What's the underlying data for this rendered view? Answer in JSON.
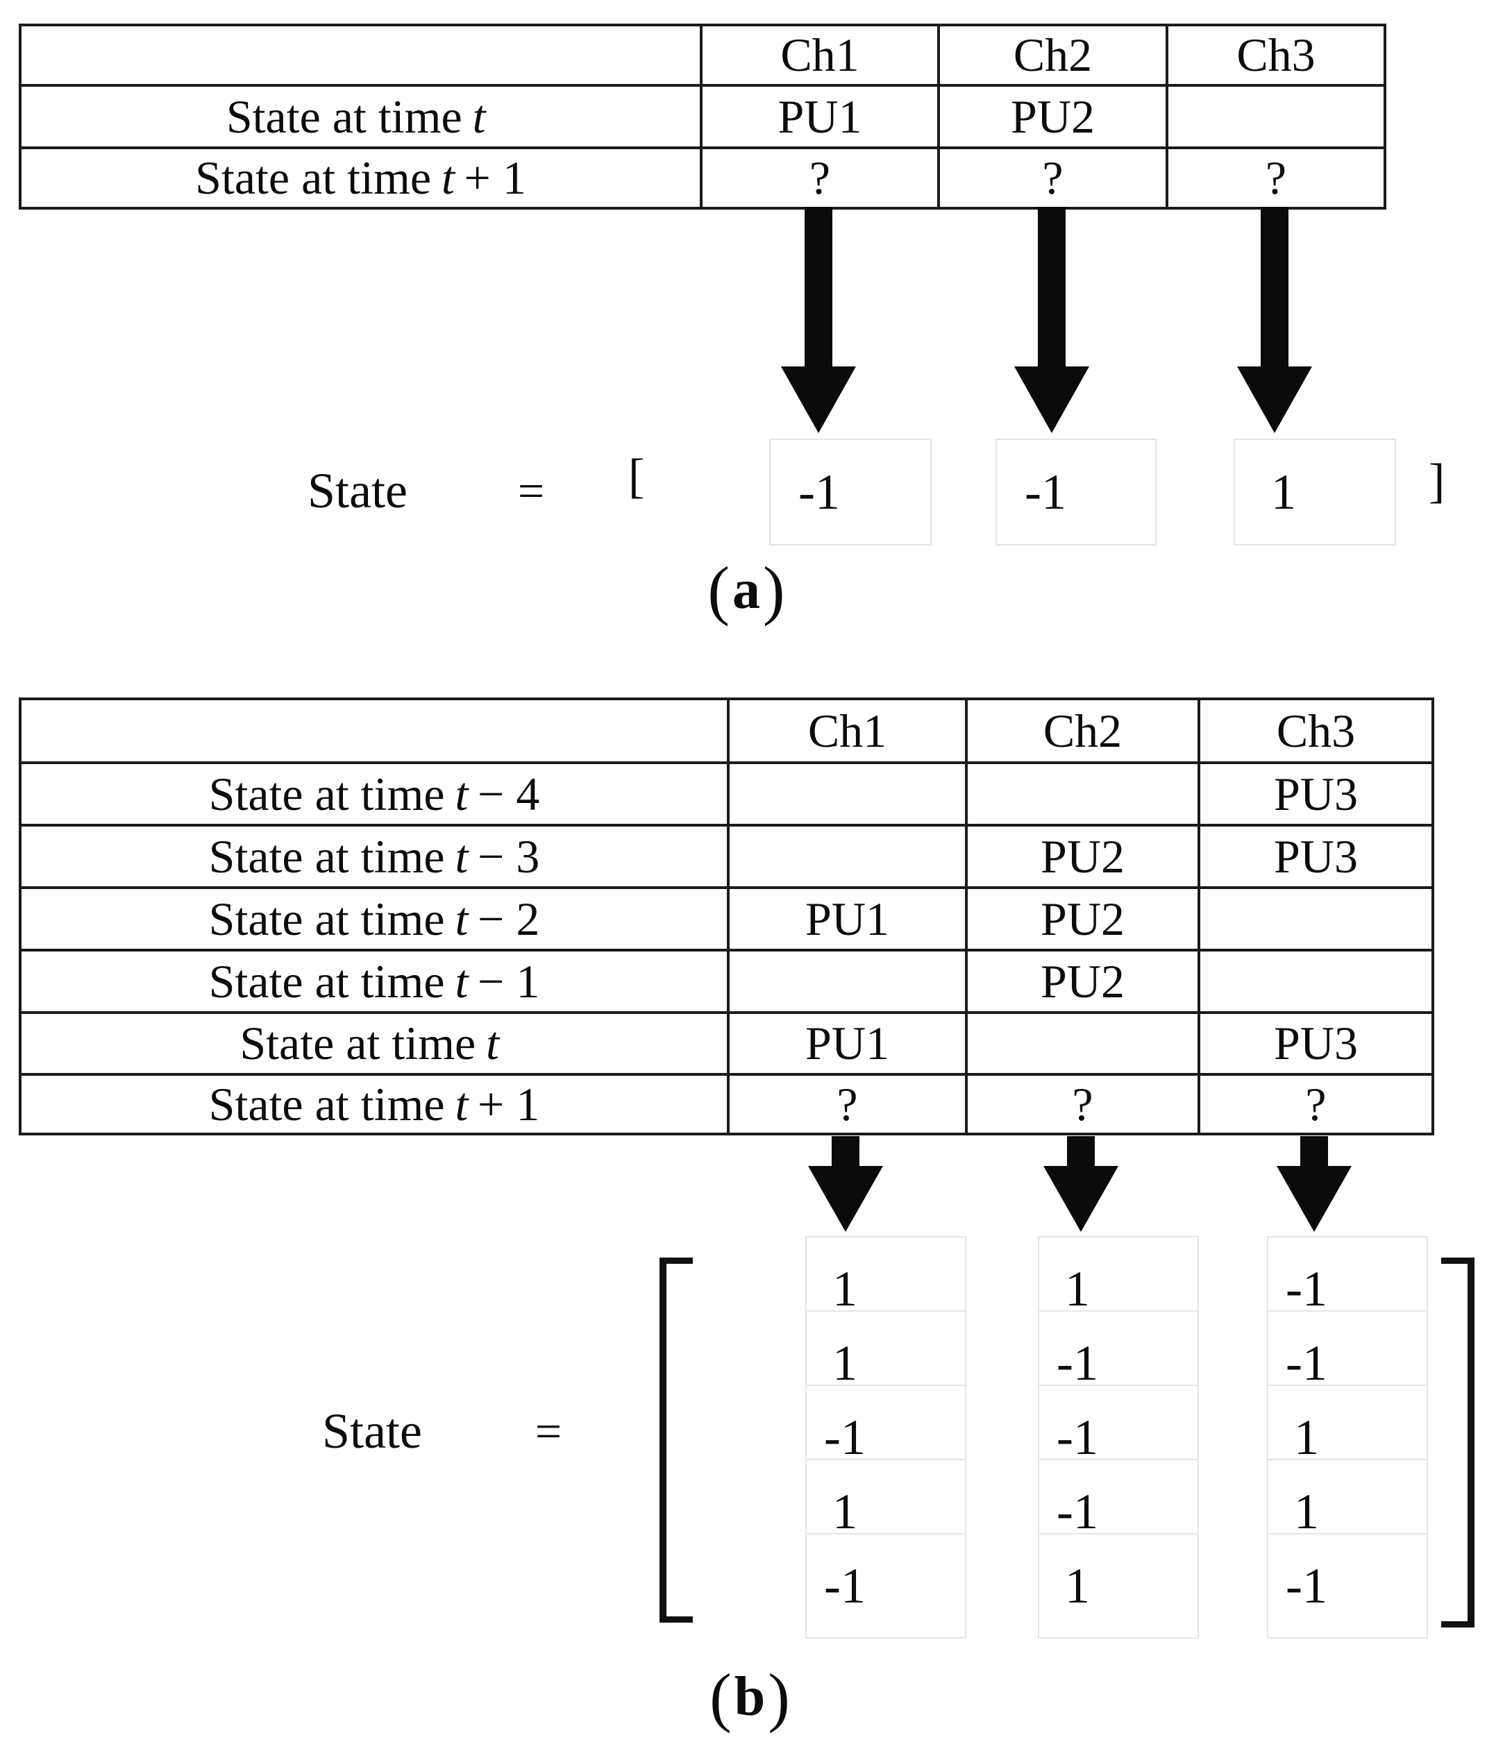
{
  "panel_a": {
    "table": {
      "header": [
        "",
        "Ch1",
        "Ch2",
        "Ch3"
      ],
      "rows": [
        {
          "pre": "State at time",
          "var": "t",
          "post": "",
          "cells": [
            "PU1",
            "PU2",
            ""
          ]
        },
        {
          "pre": "State at time",
          "var": "t",
          "post": "+ 1",
          "cells": [
            "?",
            "?",
            "?"
          ]
        }
      ]
    },
    "formula": {
      "label": "State",
      "equals": "=",
      "open_bracket": "[",
      "close_bracket": "]",
      "vector": [
        "-1",
        "-1",
        "1"
      ]
    },
    "caption": {
      "open": "(",
      "letter": "a",
      "close": ")"
    }
  },
  "panel_b": {
    "table": {
      "header": [
        "",
        "Ch1",
        "Ch2",
        "Ch3"
      ],
      "rows": [
        {
          "pre": "State at time",
          "var": "t",
          "post": "− 4",
          "cells": [
            "",
            "",
            "PU3"
          ]
        },
        {
          "pre": "State at time",
          "var": "t",
          "post": "− 3",
          "cells": [
            "",
            "PU2",
            "PU3"
          ]
        },
        {
          "pre": "State at time",
          "var": "t",
          "post": "− 2",
          "cells": [
            "PU1",
            "PU2",
            ""
          ]
        },
        {
          "pre": "State at time",
          "var": "t",
          "post": "− 1",
          "cells": [
            "",
            "PU2",
            ""
          ]
        },
        {
          "pre": "State at time",
          "var": "t",
          "post": "",
          "cells": [
            "PU1",
            "",
            "PU3"
          ]
        },
        {
          "pre": "State at time",
          "var": "t",
          "post": "+ 1",
          "cells": [
            "?",
            "?",
            "?"
          ]
        }
      ]
    },
    "formula": {
      "label": "State",
      "equals": "=",
      "matrix": [
        [
          "1",
          "1",
          "-1"
        ],
        [
          "1",
          "-1",
          "-1"
        ],
        [
          "-1",
          "-1",
          "1"
        ],
        [
          "1",
          "-1",
          "1"
        ],
        [
          "-1",
          "1",
          "-1"
        ]
      ]
    },
    "caption": {
      "open": "(",
      "letter": "b",
      "close": ")"
    }
  }
}
